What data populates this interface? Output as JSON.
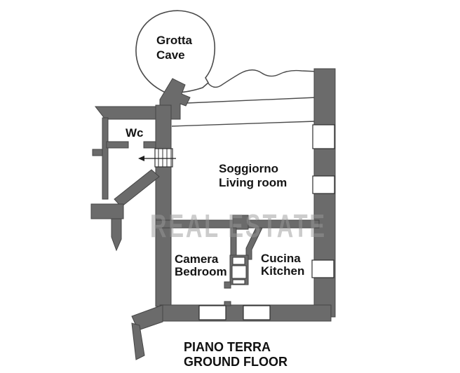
{
  "floor_title": {
    "line1": "PIANO TERRA",
    "line2": "GROUND FLOOR"
  },
  "watermark": "REAL ESTATE",
  "rooms": {
    "cave": {
      "name_it": "Grotta",
      "name_en": "Cave"
    },
    "wc": {
      "name": "Wc"
    },
    "living_room": {
      "name_it": "Soggiorno",
      "name_en": "Living room"
    },
    "bedroom": {
      "name_it": "Camera",
      "name_en": "Bedroom"
    },
    "kitchen": {
      "name_it": "Cucina",
      "name_en": "Kitchen"
    }
  },
  "colors": {
    "wall": "#6b6b6b",
    "outline": "#454545",
    "label": "#141414",
    "watermark": "#999999",
    "background": "#ffffff"
  }
}
